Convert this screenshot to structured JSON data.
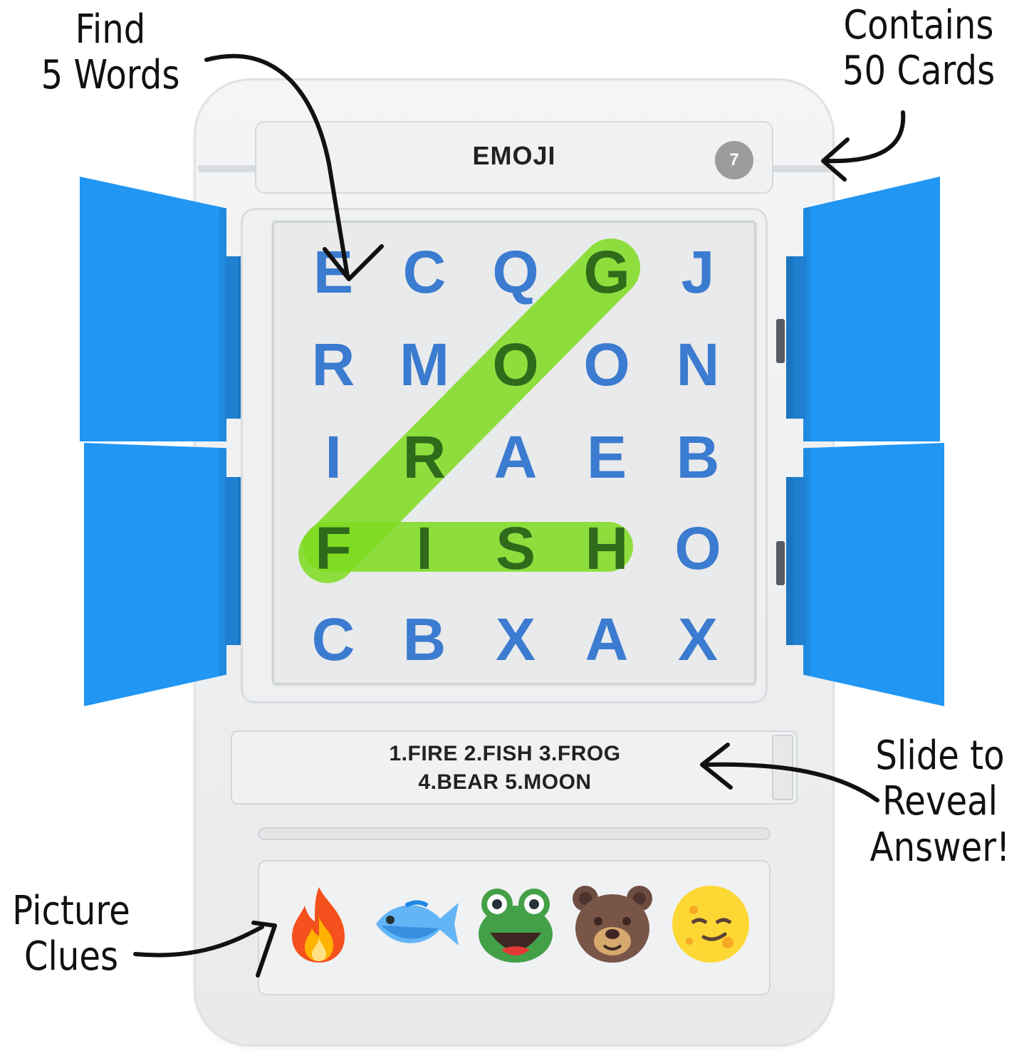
{
  "annotations": {
    "find_line1": "Find",
    "find_line2": "5 Words",
    "contains_line1": "Contains",
    "contains_line2": "50 Cards",
    "slide_line1": "Slide to",
    "slide_line2": "Reveal",
    "slide_line3": "Answer!",
    "picture_line1": "Picture",
    "picture_line2": "Clues"
  },
  "card": {
    "title": "EMOJI",
    "number": "7"
  },
  "grid": {
    "rows": [
      [
        "E",
        "C",
        "Q",
        "G",
        "J"
      ],
      [
        "R",
        "M",
        "O",
        "O",
        "N"
      ],
      [
        "I",
        "R",
        "A",
        "E",
        "B"
      ],
      [
        "F",
        "I",
        "S",
        "H",
        "O"
      ],
      [
        "C",
        "B",
        "X",
        "A",
        "X"
      ]
    ],
    "highlight_words": [
      "FROG",
      "FISH"
    ],
    "highlight_color": "#7ddc1f",
    "letter_color": "#3b7bd0"
  },
  "answers": {
    "line1": "1.FIRE 2.FISH 3.FROG",
    "line2": "4.BEAR 5.MOON"
  },
  "clues": [
    {
      "icon": "fire-icon"
    },
    {
      "icon": "fish-icon"
    },
    {
      "icon": "frog-icon"
    },
    {
      "icon": "bear-icon"
    },
    {
      "icon": "moon-icon"
    }
  ],
  "colors": {
    "flap": "#2196f3"
  }
}
